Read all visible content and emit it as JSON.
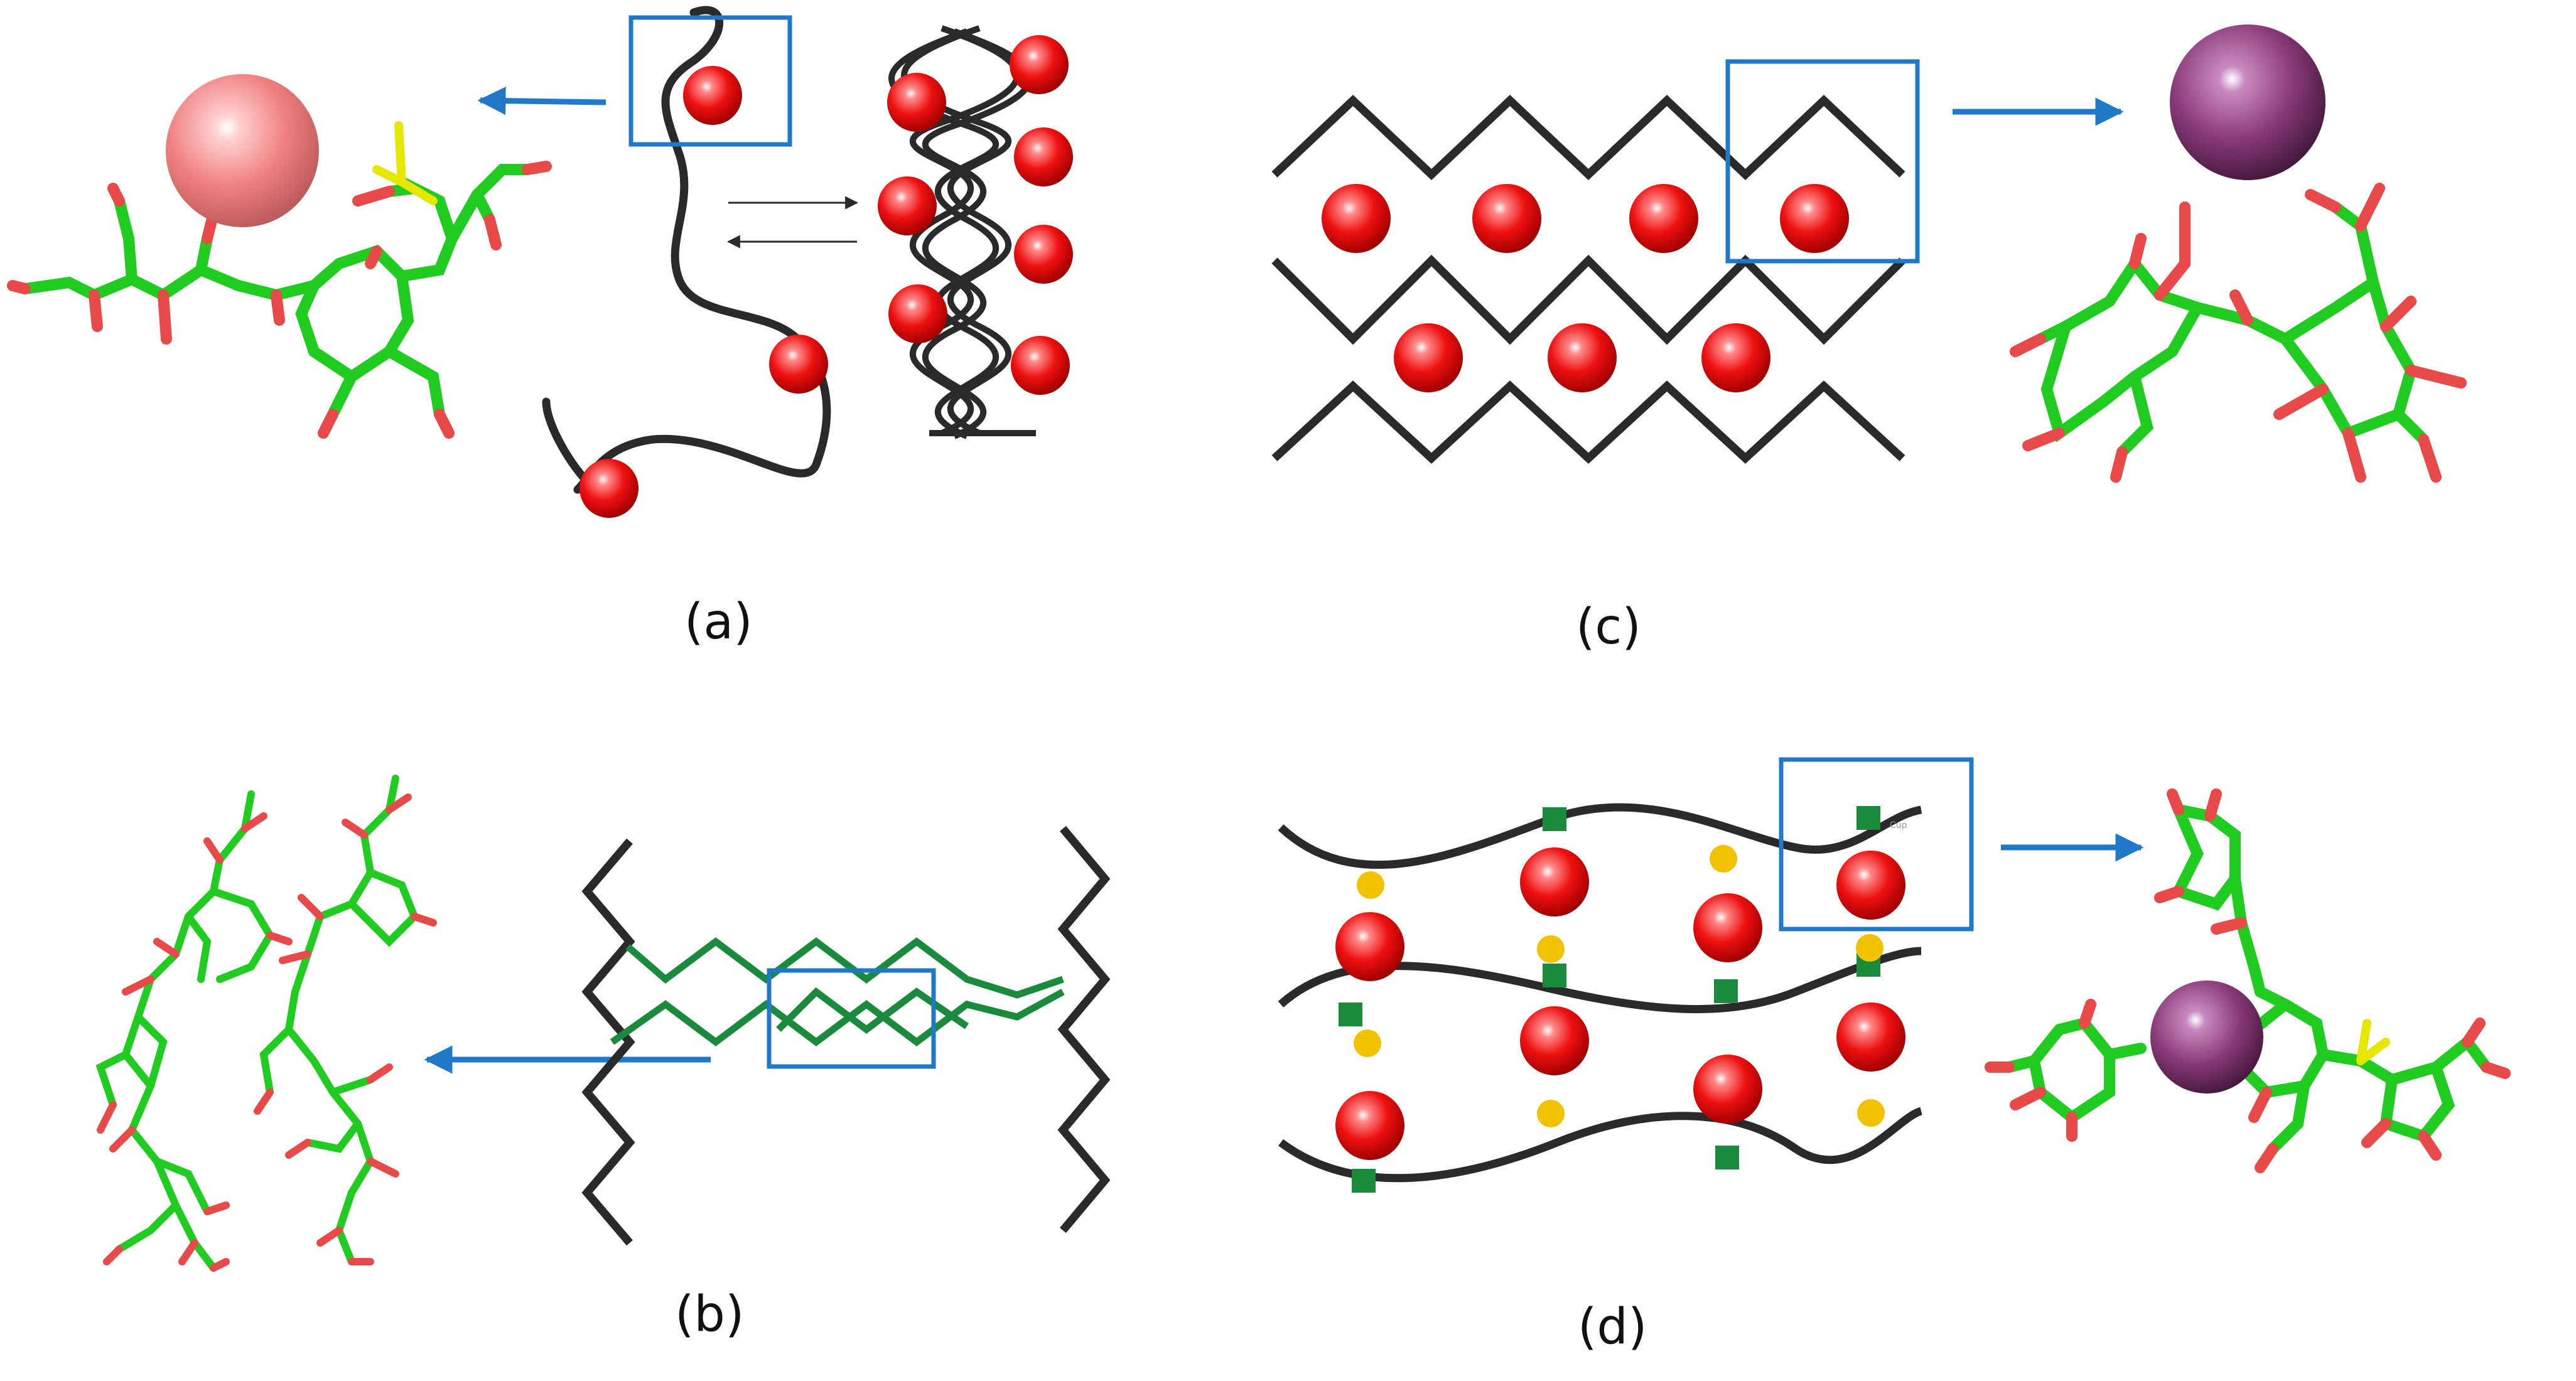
{
  "figure": {
    "panels": [
      {
        "id": "a",
        "label": "(a)"
      },
      {
        "id": "b",
        "label": "(b)"
      },
      {
        "id": "c",
        "label": "(c)"
      },
      {
        "id": "d",
        "label": "(d)"
      }
    ],
    "panel_d_tiny_mark": "Cup",
    "colors": {
      "chain": "#2a2a2a",
      "ion": "#ee1111",
      "highlight_box": "#1f78c8",
      "arrow": "#1f78c8",
      "carbon": "#1fcc1f",
      "oxygen": "#e84a4a",
      "sulfur": "#e6e600",
      "cation_a": "#f28a8a",
      "cation_cd": "#8a3a7a",
      "junction_green": "#1a8a3c",
      "junction_yellow": "#f2c200",
      "green_strand": "#1a8a3c"
    }
  }
}
